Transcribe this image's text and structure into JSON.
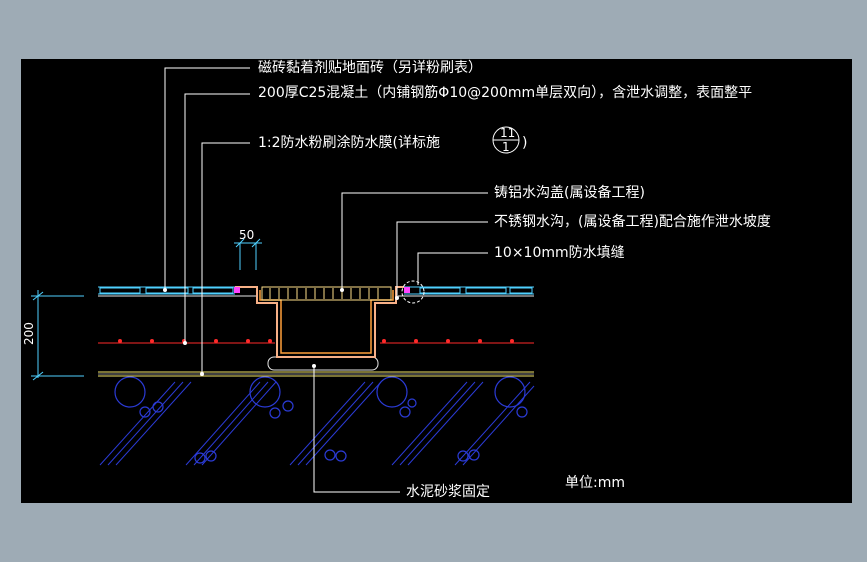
{
  "drawing": {
    "labels": {
      "tile": "磁砖黏着剂贴地面砖（另详粉刷表）",
      "concrete": "200厚C25混凝土（内铺钢筋Φ10@200mm单层双向），含泄水调整，表面整平",
      "waterproof": "1:2防水粉刷涂防水膜(详标施",
      "waterproof_close": ")",
      "ref_top": "11",
      "ref_bottom": "1",
      "grate": "铸铝水沟盖(属设备工程)",
      "trench": "不锈钢水沟，(属设备工程)配合施作泄水坡度",
      "sealant": "10×10mm防水填缝",
      "mortar": "水泥砂浆固定"
    },
    "dimensions": {
      "gap": "50",
      "thickness": "200"
    },
    "unit_note": "单位:mm",
    "colors": {
      "background_frame": "#9eabb5",
      "canvas": "#000000",
      "leader": "#ffffff",
      "tile_layer": "#4fd1ff",
      "rebar": "#ff2a2a",
      "trench_outline": "#f7b087",
      "trench_inner": "#ff9f3a",
      "grate": "#ffe08a",
      "sealant": "#ff44ff",
      "base_line": "#f5e66a",
      "hatch": "#2b3bd6",
      "dimension": "#4fd1ff"
    }
  }
}
